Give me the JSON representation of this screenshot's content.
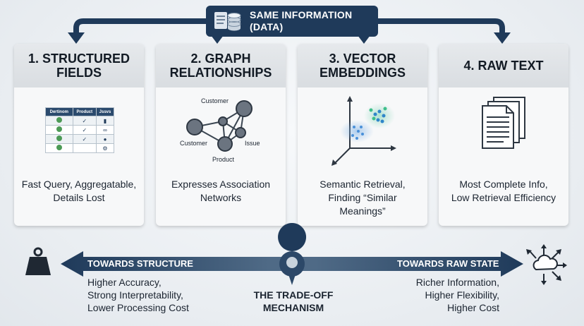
{
  "banner": {
    "line1": "SAME INFORMATION",
    "line2": "(DATA)"
  },
  "cards": [
    {
      "title_line1": "1. STRUCTURED",
      "title_line2": "FIELDS",
      "desc_line1": "Fast Query, Aggregatable,",
      "desc_line2": "Details Lost",
      "desc_line3": "",
      "table_headers": [
        "Dertinom",
        "Product",
        "Jssvs"
      ]
    },
    {
      "title_line1": "2. GRAPH",
      "title_line2": "RELATIONSHIPS",
      "desc_line1": "Expresses Association",
      "desc_line2": "Networks",
      "desc_line3": "",
      "nodes": [
        "Customer",
        "Customer",
        "Product",
        "Issue"
      ]
    },
    {
      "title_line1": "3. VECTOR",
      "title_line2": "EMBEDDINGS",
      "desc_line1": "Semantic Retrieval,",
      "desc_line2": "Finding “Similar",
      "desc_line3": "Meanings”"
    },
    {
      "title_line1": "4. RAW TEXT",
      "title_line2": "",
      "desc_line1": "Most Complete Info,",
      "desc_line2": "Low Retrieval Efficiency",
      "desc_line3": ""
    }
  ],
  "spectrum": {
    "left_label": "TOWARDS STRUCTURE",
    "right_label": "TOWARDS RAW STATE",
    "left_text": [
      "Higher Accuracy,",
      "Strong Interpretability,",
      "Lower Processing Cost"
    ],
    "right_text": [
      "Richer Information,",
      "Higher Flexibility,",
      "Higher Cost"
    ],
    "center_text": [
      "THE TRADE-OFF",
      "MECHANISM"
    ]
  },
  "colors": {
    "navy": "#1f3a5a",
    "card_bg": "#f7f8f9",
    "header_bg": "#dde1e5"
  },
  "icons": [
    "database-icon",
    "weight-icon",
    "pivot-pin-icon",
    "cloud-network-icon",
    "document-stack-icon"
  ]
}
